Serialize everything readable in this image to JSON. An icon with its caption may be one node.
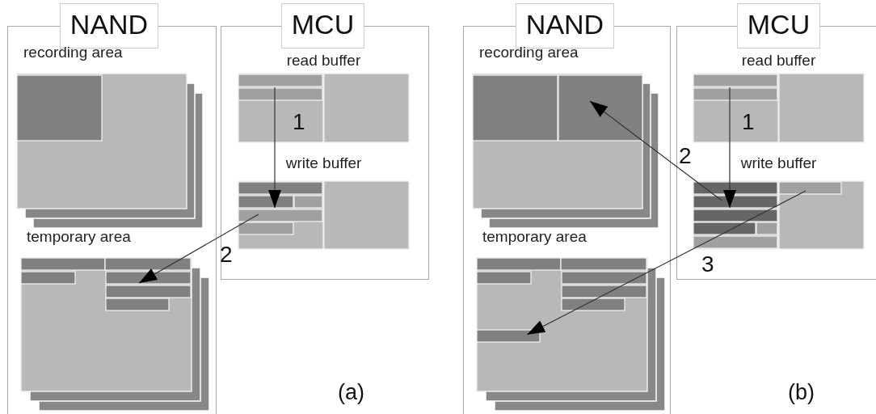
{
  "diagram": {
    "nodes": [
      {
        "text": [
          "NAND"
        ]
      },
      {
        "text": [
          "recording area"
        ],
        "in": 0
      },
      {
        "text": [
          "temporary area"
        ],
        "in": 0
      },
      {
        "text": [
          "MCU"
        ]
      },
      {
        "text": [
          "read buffer"
        ],
        "in": 3
      },
      {
        "text": [
          "write buffer"
        ],
        "in": 3
      },
      {
        "text": [
          "NAND"
        ]
      },
      {
        "text": [
          "recording area"
        ],
        "in": 6
      },
      {
        "text": [
          "temporary area"
        ],
        "in": 6
      },
      {
        "text": [
          "MCU"
        ]
      },
      {
        "text": [
          "read buffer"
        ],
        "in": 9
      },
      {
        "text": [
          "write buffer"
        ],
        "in": 9
      }
    ],
    "edges": [
      {
        "from": 4,
        "to": 5,
        "arrow": "to",
        "label": "1"
      },
      {
        "from": 5,
        "to": 2,
        "arrow": "to",
        "label": "2"
      },
      {
        "from": 10,
        "to": 11,
        "arrow": "to",
        "label": "1"
      },
      {
        "from": 11,
        "to": 7,
        "arrow": "to",
        "label": "2"
      },
      {
        "from": 11,
        "to": 8,
        "arrow": "to",
        "label": "3"
      }
    ],
    "labels": [
      "(a)",
      "(b)"
    ]
  }
}
